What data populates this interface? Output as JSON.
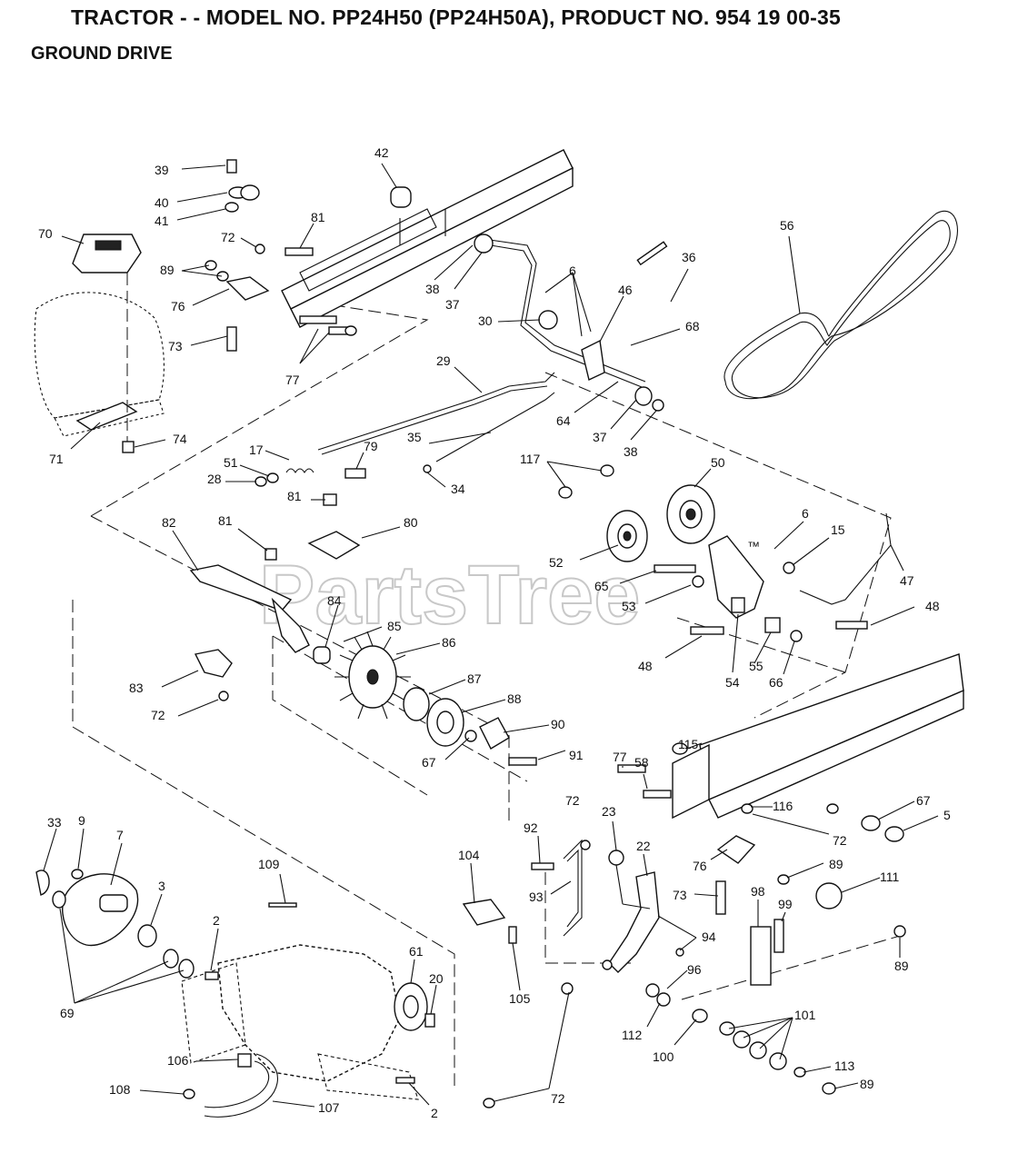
{
  "header": {
    "title": "TRACTOR - - MODEL NO. PP24H50 (PP24H50A), PRODUCT NO. 954 19 00-35",
    "subtitle": "GROUND DRIVE"
  },
  "watermark": {
    "text": "PartsTree",
    "tm": "™"
  },
  "callouts": [
    "39",
    "40",
    "41",
    "42",
    "70",
    "81",
    "72",
    "89",
    "76",
    "73",
    "77",
    "38",
    "37",
    "6",
    "36",
    "56",
    "46",
    "30",
    "68",
    "29",
    "64",
    "37",
    "38",
    "71",
    "74",
    "17",
    "79",
    "51",
    "28",
    "35",
    "34",
    "117",
    "50",
    "81",
    "82",
    "81",
    "80",
    "6",
    "15",
    "52",
    "65",
    "53",
    "47",
    "48",
    "84",
    "85",
    "86",
    "83",
    "72",
    "87",
    "88",
    "48",
    "54",
    "55",
    "66",
    "90",
    "67",
    "91",
    "115",
    "77",
    "58",
    "67",
    "5",
    "72",
    "116",
    "72",
    "33",
    "9",
    "7",
    "3",
    "109",
    "92",
    "104",
    "23",
    "22",
    "76",
    "89",
    "111",
    "93",
    "73",
    "98",
    "99",
    "2",
    "61",
    "20",
    "94",
    "96",
    "89",
    "69",
    "105",
    "112",
    "101",
    "100",
    "113",
    "106",
    "108",
    "107",
    "2",
    "72",
    "89"
  ],
  "colors": {
    "ink": "#111111",
    "paper": "#ffffff",
    "watermark": "#c8c8c8"
  }
}
